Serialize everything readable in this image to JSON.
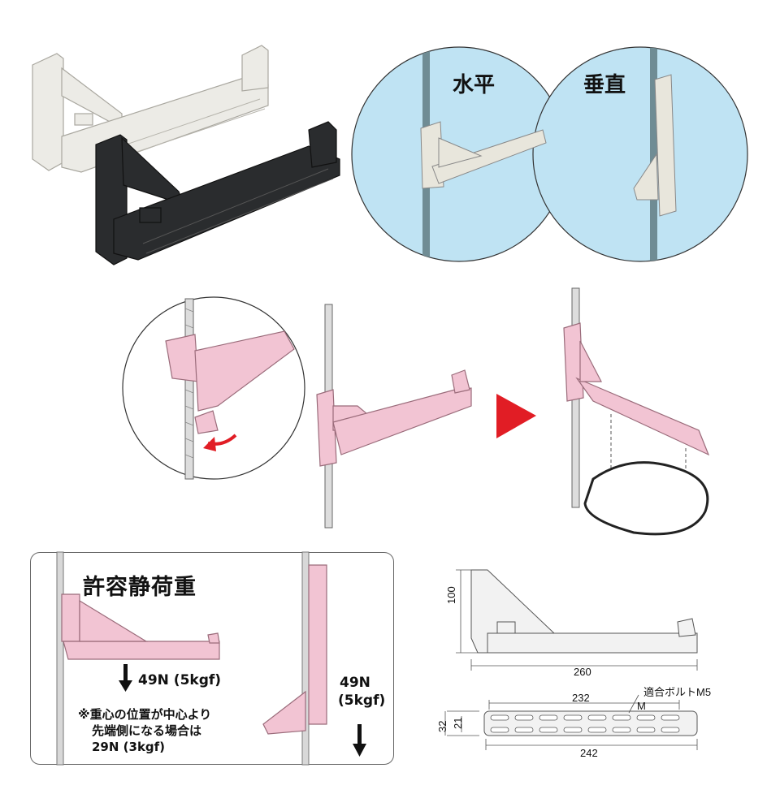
{
  "orientation": {
    "horizontal": "水平",
    "vertical": "垂直"
  },
  "load_panel": {
    "title": "許容静荷重",
    "horizontal_load": "49N (5kgf)",
    "vertical_load_line1": "49N",
    "vertical_load_line2": "(5kgf)",
    "note_line1": "※重心の位置が中心より",
    "note_line2": "先端側になる場合は",
    "note_line3": "29N (3kgf)"
  },
  "dimensions": {
    "height": "100",
    "length": "260",
    "slot_span": "232",
    "overall": "242",
    "width_outer": "32",
    "width_inner": "21",
    "bolt_label": "適合ボルトM5",
    "bolt_mark": "M"
  },
  "colors": {
    "pink": "#f2c4d3",
    "pink_edge": "#9a6b7a",
    "circle_blue": "#bfe3f3",
    "arrow_red": "#e11d25",
    "black_part": "#222222",
    "white_part": "#ecebe6"
  }
}
